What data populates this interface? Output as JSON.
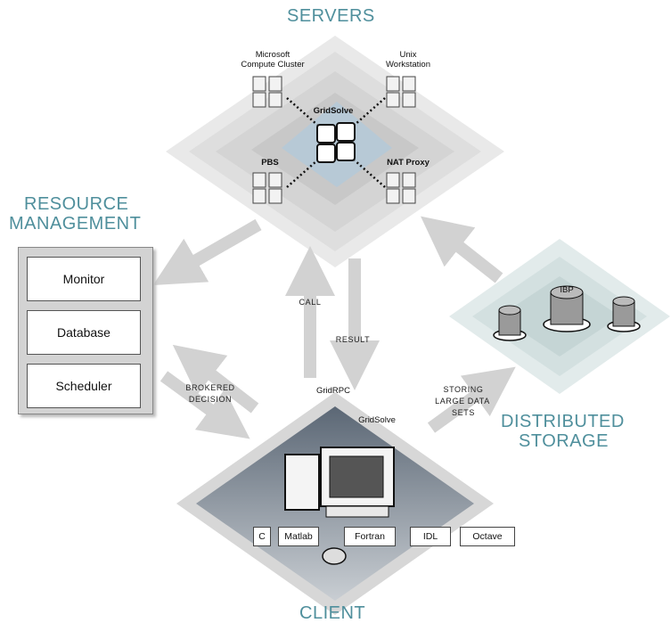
{
  "titles": {
    "servers": "SERVERS",
    "resource_management_1": "RESOURCE",
    "resource_management_2": "MANAGEMENT",
    "distributed_storage_1": "DISTRIBUTED",
    "distributed_storage_2": "STORAGE",
    "client": "CLIENT"
  },
  "servers": {
    "microsoft_1": "Microsoft",
    "microsoft_2": "Compute Cluster",
    "unix_1": "Unix",
    "unix_2": "Workstation",
    "gridsolve": "GridSolve",
    "pbs": "PBS",
    "nat_proxy": "NAT Proxy"
  },
  "resource_management": {
    "items": [
      "Monitor",
      "Database",
      "Scheduler"
    ]
  },
  "storage": {
    "ibp": "IBP"
  },
  "flows": {
    "call": "CALL",
    "result": "RESULT",
    "brokered_1": "BROKERED",
    "brokered_2": "DECISION",
    "storing_1": "STORING",
    "storing_2": "LARGE DATA",
    "storing_3": "SETS"
  },
  "client": {
    "gridrpc": "GridRPC",
    "gridsolve": "GridSolve",
    "languages": [
      "C",
      "Matlab",
      "Fortran",
      "IDL",
      "Octave"
    ]
  }
}
